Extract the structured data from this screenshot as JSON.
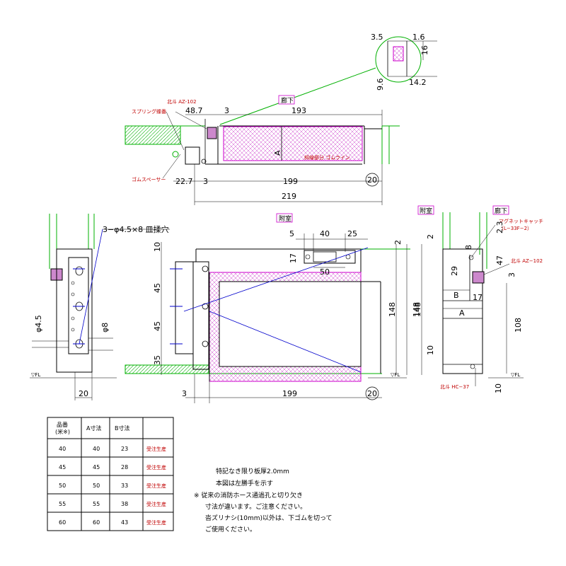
{
  "colors": {
    "structure_green": "#00b000",
    "hatch_magenta": "#cc44cc",
    "leader_blue": "#0000cc",
    "note_red": "#c00000",
    "line_black": "#000000",
    "grey_line": "#808080"
  },
  "top_detail": {
    "dims": [
      "3.5",
      "1.6",
      "16",
      "9.6",
      "14.2"
    ]
  },
  "plan_view": {
    "room_label": "廊下",
    "labels": {
      "fixture": "北斗 AZ-102",
      "spring_hinge": "スプリング蝶番",
      "gum_spacer": "ゴムスペーサー",
      "cut_line": "斜線部分 ゴムライン"
    },
    "dims": {
      "d48": "48.7",
      "d3a": "3",
      "d193": "193",
      "dA": "A",
      "d22": "22.7",
      "d3b": "3",
      "d199": "199",
      "d20": "20",
      "d219": "219"
    }
  },
  "side_view_left": {
    "dims": {
      "phi45": "φ4.5",
      "phi8": "φ8",
      "w20": "20",
      "fl": "▽FL"
    }
  },
  "front_view": {
    "room_label": "附室",
    "holes_note": "3−φ4.5×8 皿揉穴",
    "dims": {
      "d10": "10",
      "d45a": "45",
      "d45b": "45",
      "d35": "35",
      "d5": "5",
      "d40": "40",
      "d25": "25",
      "d17": "17",
      "d50": "50",
      "d2": "2",
      "d148a": "148",
      "d148b": "148",
      "d3": "3",
      "d199": "199",
      "d20": "20",
      "fl": "▽FL"
    }
  },
  "side_view_right": {
    "room_label_left": "附室",
    "room_label_right": "廊下",
    "labels": {
      "magnet_catch": "マグネットキャッチ",
      "magnet_model": "（L−33F−2）",
      "fixture_az": "北斗 AZ−102",
      "fixture_hc": "北斗 HC−37"
    },
    "dims": {
      "d2": "2",
      "d23": "2.3",
      "d8": "8",
      "d29": "29",
      "d47": "47",
      "d3": "3",
      "dB": "B",
      "d17": "17",
      "dA": "A",
      "d148": "148",
      "d108": "108",
      "d10a": "10",
      "d10b": "10",
      "fl": "▽FL"
    }
  },
  "size_table": {
    "headers": [
      "品番\n(米※)",
      "A寸法",
      "B寸法",
      ""
    ],
    "rows": [
      [
        "40",
        "40",
        "23",
        "受注生産"
      ],
      [
        "45",
        "45",
        "28",
        "受注生産"
      ],
      [
        "50",
        "50",
        "33",
        "受注生産"
      ],
      [
        "55",
        "55",
        "38",
        "受注生産"
      ],
      [
        "60",
        "60",
        "43",
        "受注生産"
      ]
    ]
  },
  "notes": [
    "特記なき限り板厚2.0mm",
    "本図は左勝手を示す",
    "※ 従来の消防ホース通過孔と切り欠き",
    "寸法が違います。ご注意ください。",
    "沓ズリナシ(10mm)以外は、下ゴムを切って",
    "ご使用ください。"
  ]
}
